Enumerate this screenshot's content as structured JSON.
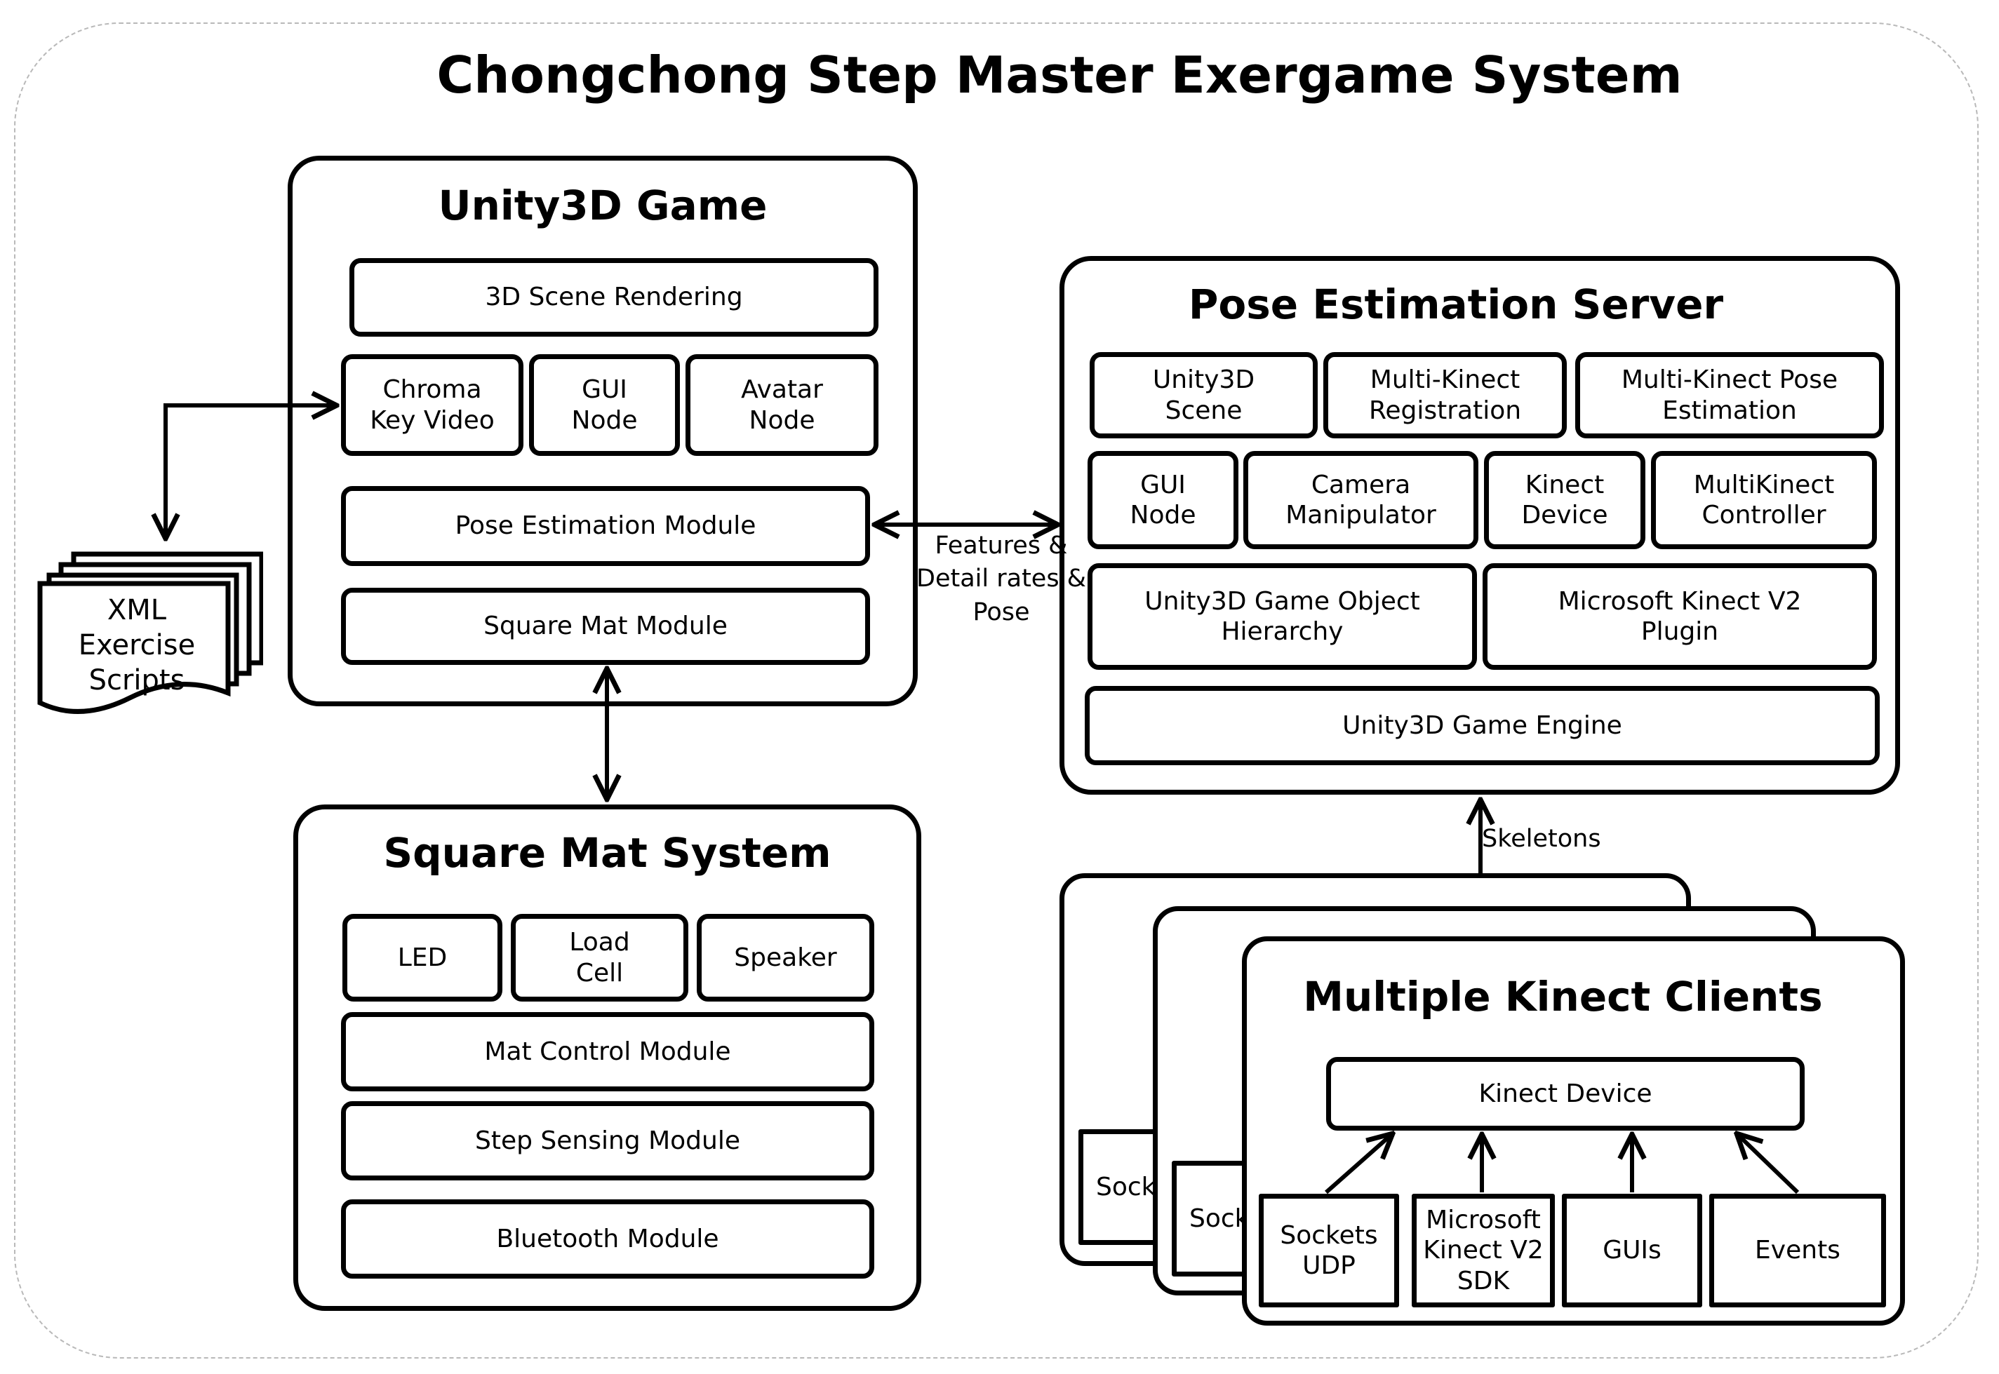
{
  "title": "Chongchong Step Master Exergame System",
  "unity_game": {
    "title": "Unity3D Game",
    "scene_rendering": "3D Scene Rendering",
    "chroma_key_video": "Chroma Key Video",
    "gui_node": "GUI Node",
    "avatar_node": "Avatar Node",
    "pose_module": "Pose Estimation Module",
    "square_mat_module": "Square Mat Module"
  },
  "xml_scripts": "XML Exercise Scripts",
  "pose_server": {
    "title": "Pose Estimation Server",
    "unity3d_scene": "Unity3D Scene",
    "multi_kinect_registration": "Multi-Kinect Registration",
    "multi_kinect_pose_estimation": "Multi-Kinect Pose Estimation",
    "gui_node": "GUI Node",
    "camera_manipulator": "Camera Manipulator",
    "kinect_device": "Kinect Device",
    "multikinect_controller": "MultiKinect Controller",
    "game_object_hierarchy": "Unity3D Game Object Hierarchy",
    "kinect_v2_plugin": "Microsoft Kinect V2 Plugin",
    "game_engine": "Unity3D Game Engine"
  },
  "edge_features": "Features & Detail rates & Pose",
  "edge_skeletons": "Skeletons",
  "square_mat": {
    "title": "Square Mat System",
    "led": "LED",
    "load_cell": "Load Cell",
    "speaker": "Speaker",
    "mat_control": "Mat Control Module",
    "step_sensing": "Step Sensing Module",
    "bluetooth": "Bluetooth Module"
  },
  "kinect_clients": {
    "title": "Multiple Kinect Clients",
    "kinect_device": "Kinect Device",
    "sockets_udp": "Sockets UDP",
    "kinect_sdk": "Microsoft Kinect V2 SDK",
    "guis": "GUIs",
    "events": "Events",
    "back_socket_1": "Sock",
    "back_socket_2": "Sock"
  }
}
